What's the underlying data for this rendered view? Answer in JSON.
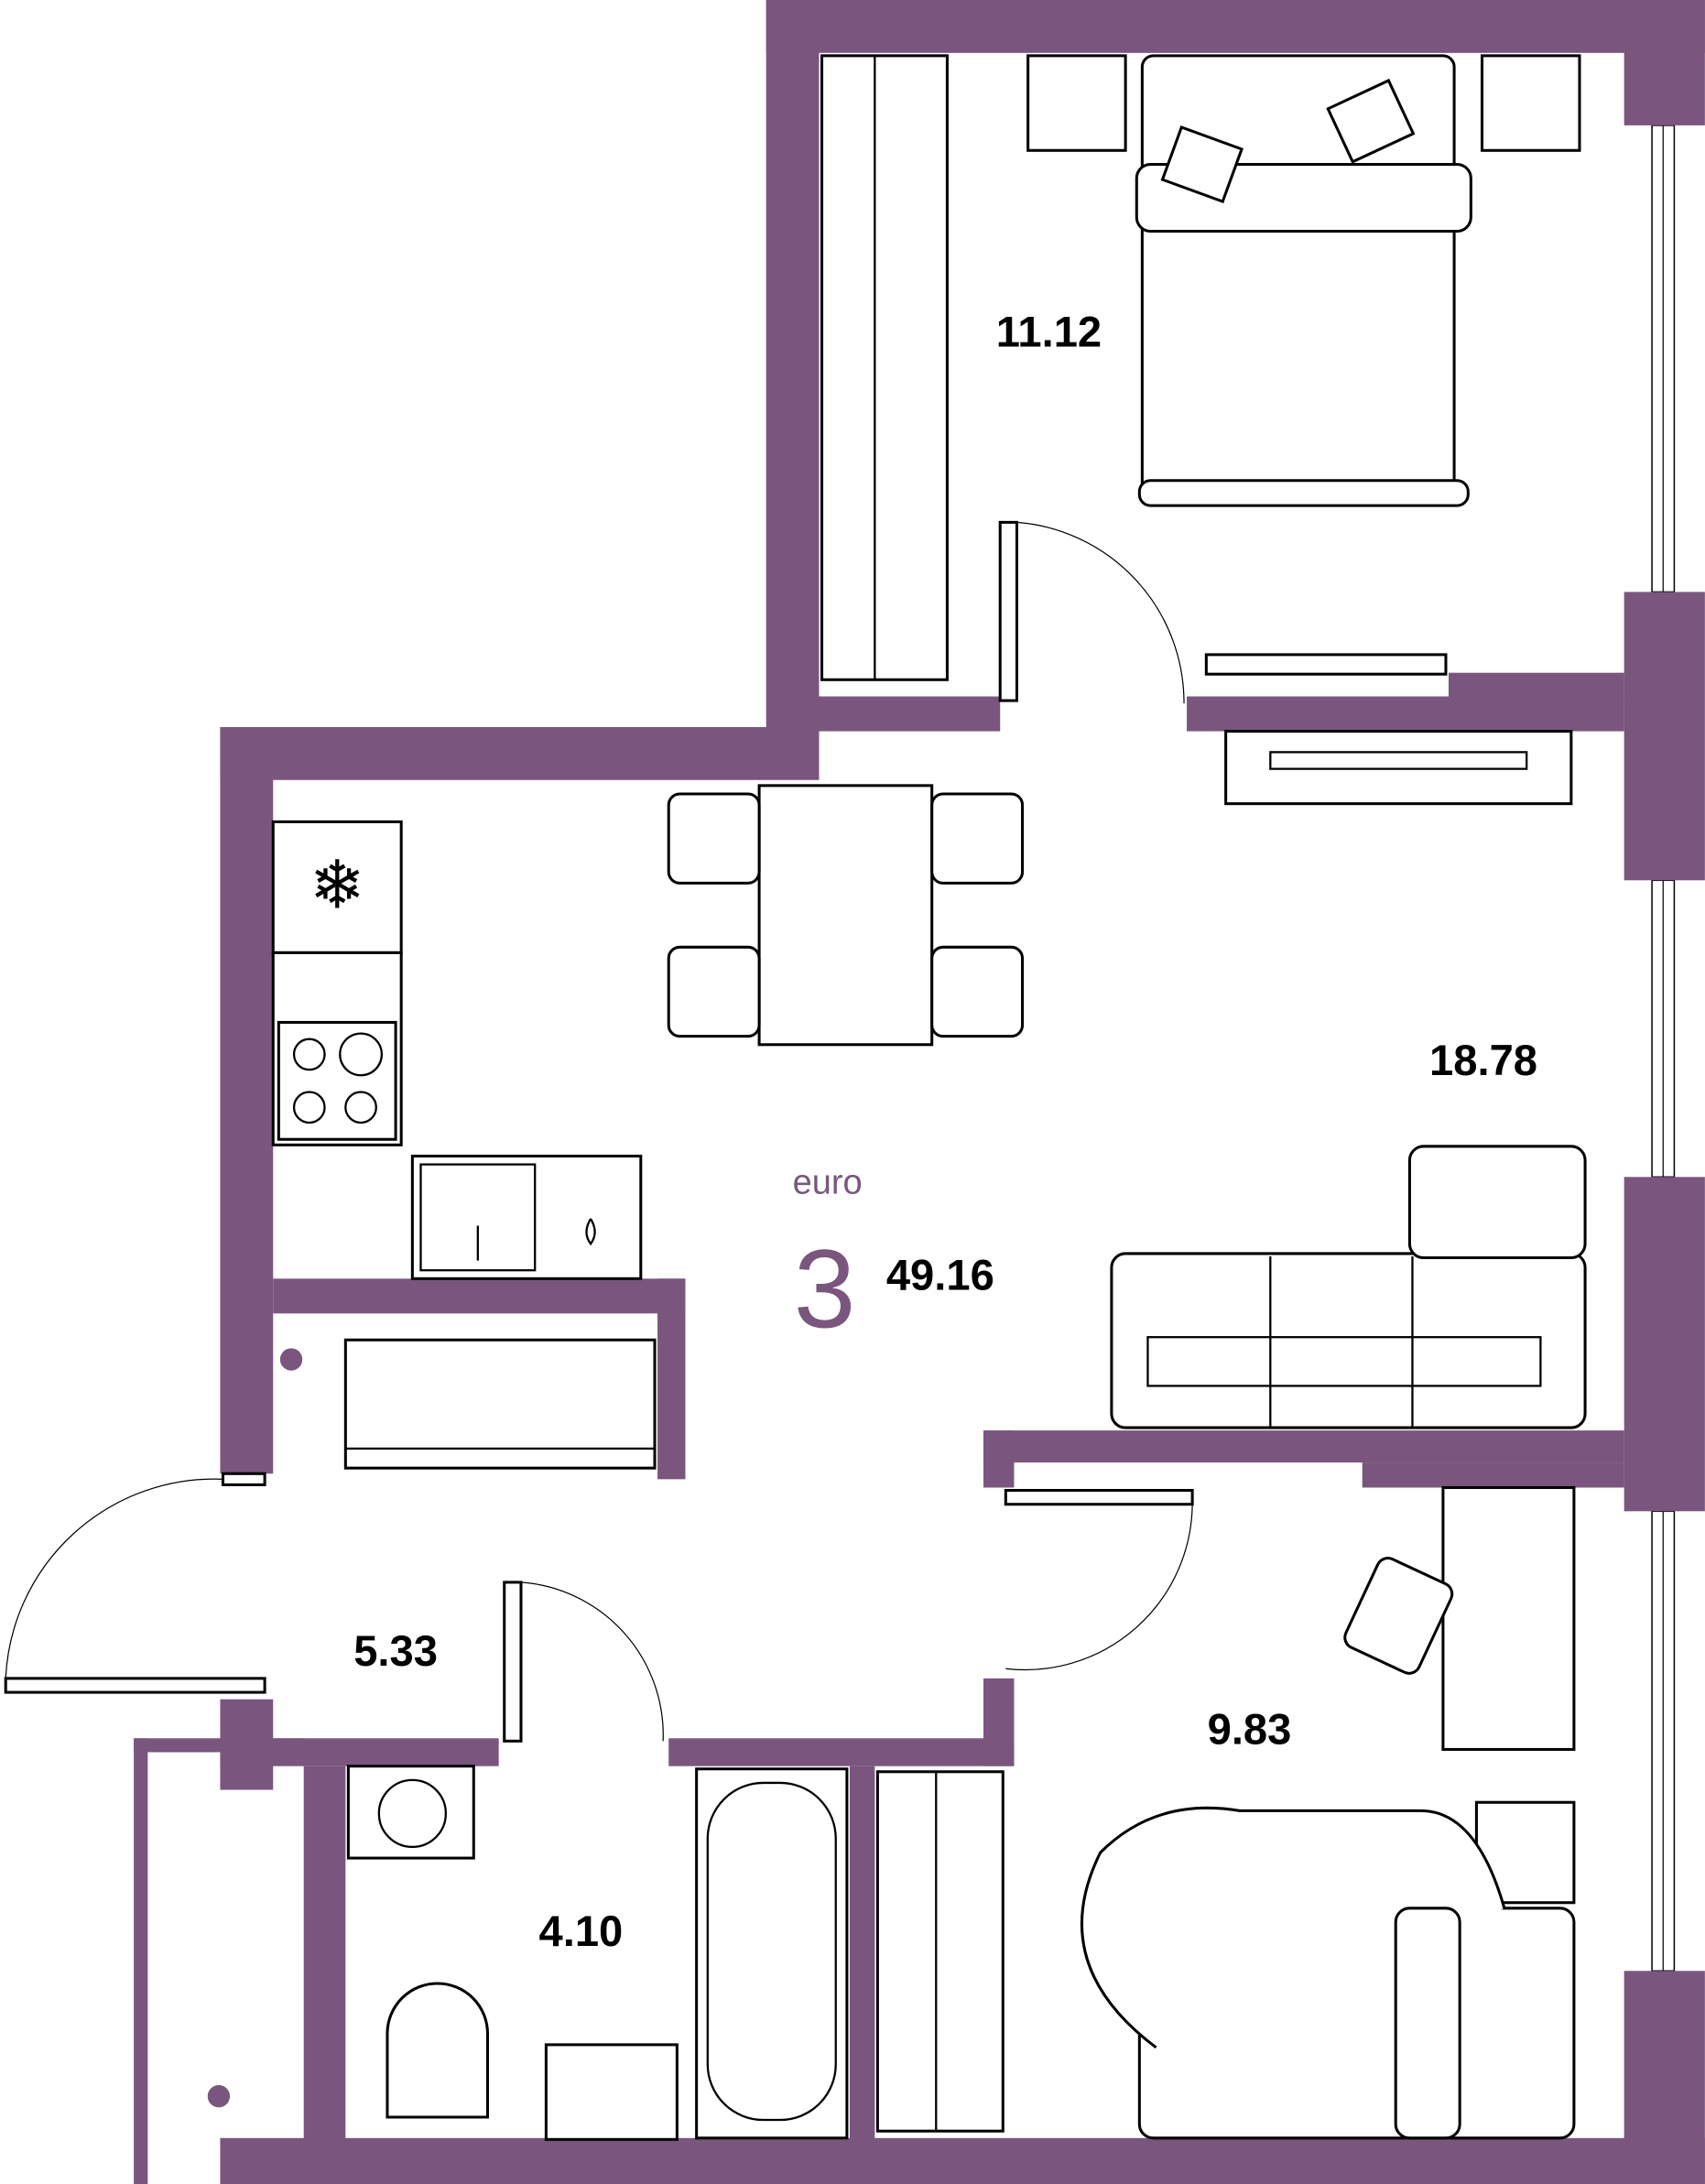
{
  "plan": {
    "type_label": "euro",
    "rooms_count": "3",
    "total_area": "49.16",
    "accent_color": "#7a567e",
    "rooms": [
      {
        "name": "bedroom",
        "area": "11.12"
      },
      {
        "name": "living-room",
        "area": "18.78"
      },
      {
        "name": "hallway",
        "area": "5.33"
      },
      {
        "name": "bedroom-2",
        "area": "9.83"
      },
      {
        "name": "bathroom",
        "area": "4.10"
      }
    ]
  }
}
